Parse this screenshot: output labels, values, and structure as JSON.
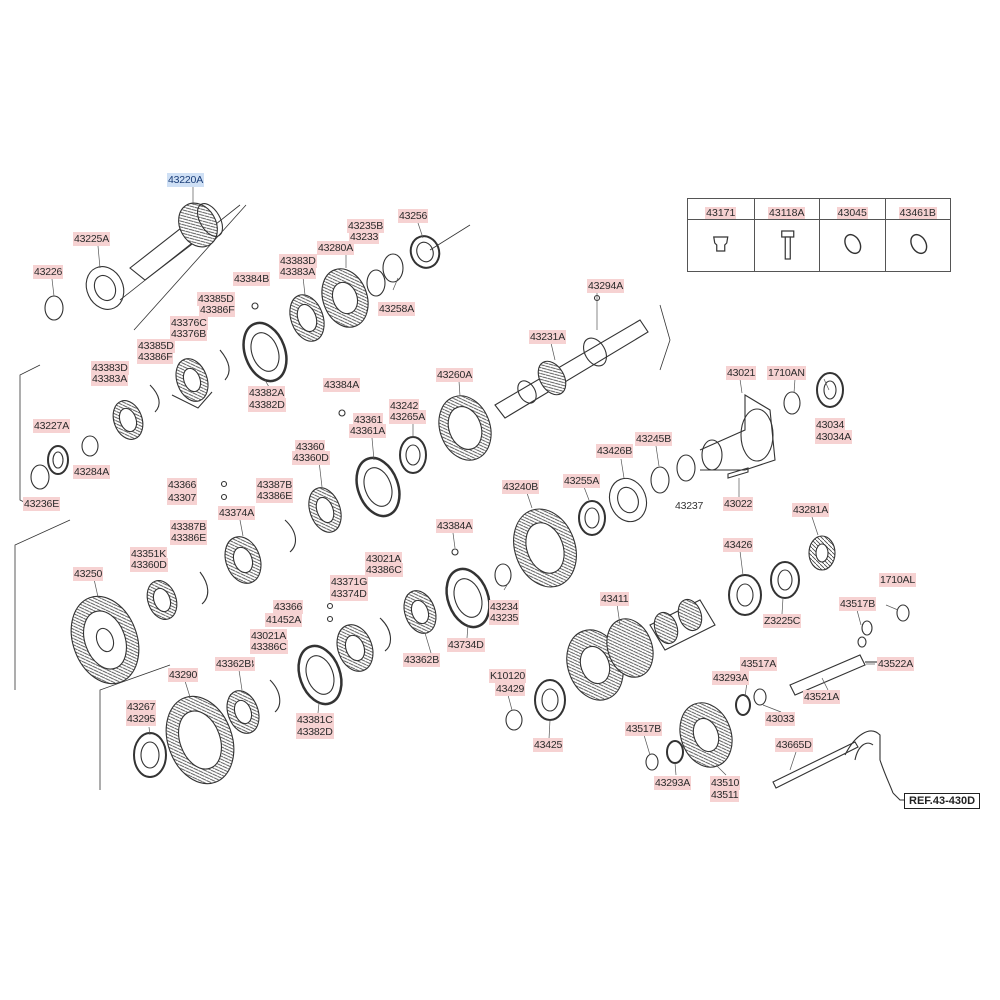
{
  "reference": "REF.43-430D",
  "table": [
    {
      "code": "43171",
      "icon": "plug-icon"
    },
    {
      "code": "43118A",
      "icon": "bolt-icon"
    },
    {
      "code": "43045",
      "icon": "o-ring-icon"
    },
    {
      "code": "43461B",
      "icon": "o-ring-icon"
    }
  ],
  "labels": [
    {
      "id": "l01",
      "text": "43220A",
      "selected": true
    },
    {
      "id": "l02",
      "text": "43225A"
    },
    {
      "id": "l03",
      "text": "43226"
    },
    {
      "id": "l04",
      "text": "43384B"
    },
    {
      "id": "l05",
      "text": "43383D"
    },
    {
      "id": "l06",
      "text": "43383A"
    },
    {
      "id": "l07",
      "text": "43280A"
    },
    {
      "id": "l08",
      "text": "43235B"
    },
    {
      "id": "l09",
      "text": "43233"
    },
    {
      "id": "l10",
      "text": "43256"
    },
    {
      "id": "l11",
      "text": "43258A"
    },
    {
      "id": "l12",
      "text": "43385D"
    },
    {
      "id": "l13",
      "text": "43386F"
    },
    {
      "id": "l14",
      "text": "43376C"
    },
    {
      "id": "l15",
      "text": "43376B"
    },
    {
      "id": "l16",
      "text": "43385D"
    },
    {
      "id": "l17",
      "text": "43386F"
    },
    {
      "id": "l18",
      "text": "43383D"
    },
    {
      "id": "l19",
      "text": "43383A"
    },
    {
      "id": "l20",
      "text": "43382A"
    },
    {
      "id": "l21",
      "text": "43382D"
    },
    {
      "id": "l22",
      "text": "43227A"
    },
    {
      "id": "l23",
      "text": "43284A"
    },
    {
      "id": "l24",
      "text": "43236E"
    },
    {
      "id": "l25",
      "text": "43294A"
    },
    {
      "id": "l26",
      "text": "43231A"
    },
    {
      "id": "l27",
      "text": "43260A"
    },
    {
      "id": "l28",
      "text": "43384A"
    },
    {
      "id": "l29",
      "text": "43361"
    },
    {
      "id": "l30",
      "text": "43361A"
    },
    {
      "id": "l31",
      "text": "43242"
    },
    {
      "id": "l32",
      "text": "43265A"
    },
    {
      "id": "l33",
      "text": "43021"
    },
    {
      "id": "l34",
      "text": "1710AN"
    },
    {
      "id": "l35",
      "text": "43034"
    },
    {
      "id": "l36",
      "text": "43034A"
    },
    {
      "id": "l37",
      "text": "43360"
    },
    {
      "id": "l38",
      "text": "43360D"
    },
    {
      "id": "l39",
      "text": "43245B"
    },
    {
      "id": "l40",
      "text": "43426B"
    },
    {
      "id": "l41",
      "text": "43366"
    },
    {
      "id": "l42",
      "text": "43307"
    },
    {
      "id": "l43",
      "text": "43387B"
    },
    {
      "id": "l44",
      "text": "43386E"
    },
    {
      "id": "l45",
      "text": "43374A"
    },
    {
      "id": "l46",
      "text": "43240B"
    },
    {
      "id": "l47",
      "text": "43255A"
    },
    {
      "id": "l48",
      "text": "43237",
      "plain": true
    },
    {
      "id": "l49",
      "text": "43022"
    },
    {
      "id": "l50",
      "text": "43387B"
    },
    {
      "id": "l51",
      "text": "43386E"
    },
    {
      "id": "l52",
      "text": "43351K"
    },
    {
      "id": "l53",
      "text": "43360D"
    },
    {
      "id": "l54",
      "text": "43384A"
    },
    {
      "id": "l55",
      "text": "43281A"
    },
    {
      "id": "l56",
      "text": "43426"
    },
    {
      "id": "l57",
      "text": "43250"
    },
    {
      "id": "l58",
      "text": "43021A"
    },
    {
      "id": "l59",
      "text": "43386C"
    },
    {
      "id": "l60",
      "text": "43371G"
    },
    {
      "id": "l61",
      "text": "43374D"
    },
    {
      "id": "l62",
      "text": "1710AL"
    },
    {
      "id": "l63",
      "text": "43366"
    },
    {
      "id": "l64",
      "text": "41452A"
    },
    {
      "id": "l65",
      "text": "43234"
    },
    {
      "id": "l66",
      "text": "43235"
    },
    {
      "id": "l67",
      "text": "43411"
    },
    {
      "id": "l68",
      "text": "43517B"
    },
    {
      "id": "l69",
      "text": "43021A"
    },
    {
      "id": "l70",
      "text": "43386C"
    },
    {
      "id": "l71",
      "text": "43362B"
    },
    {
      "id": "l72",
      "text": "43734D"
    },
    {
      "id": "l73",
      "text": "Z3225C"
    },
    {
      "id": "l74",
      "text": "43362B"
    },
    {
      "id": "l75",
      "text": "43290"
    },
    {
      "id": "l76",
      "text": "43362B"
    },
    {
      "id": "l77",
      "text": "K10120"
    },
    {
      "id": "l78",
      "text": "43429"
    },
    {
      "id": "l79",
      "text": "43517A"
    },
    {
      "id": "l80",
      "text": "43522A"
    },
    {
      "id": "l81",
      "text": "43293A"
    },
    {
      "id": "l82",
      "text": "43521A"
    },
    {
      "id": "l83",
      "text": "43267"
    },
    {
      "id": "l84",
      "text": "43295"
    },
    {
      "id": "l85",
      "text": "43381C"
    },
    {
      "id": "l86",
      "text": "43382D"
    },
    {
      "id": "l87",
      "text": "43517B"
    },
    {
      "id": "l88",
      "text": "43033"
    },
    {
      "id": "l89",
      "text": "43425"
    },
    {
      "id": "l90",
      "text": "43665D"
    },
    {
      "id": "l91",
      "text": "43293A"
    },
    {
      "id": "l92",
      "text": "43510"
    },
    {
      "id": "l93",
      "text": "43511"
    }
  ]
}
